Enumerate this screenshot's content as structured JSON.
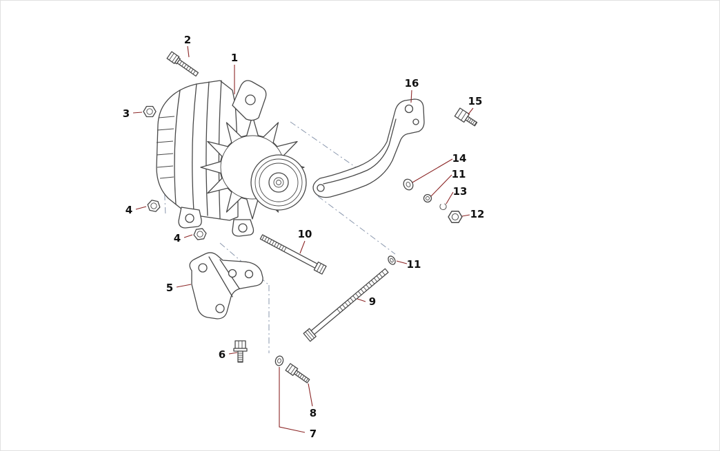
{
  "diagram": {
    "colors": {
      "background": "#ffffff",
      "line": "#474747",
      "leader": "#8b2525",
      "axis": "#8a97ad",
      "label": "#111111"
    },
    "callouts": [
      {
        "label": "2"
      },
      {
        "label": "1"
      },
      {
        "label": "16"
      },
      {
        "label": "15"
      },
      {
        "label": "3"
      },
      {
        "label": "14"
      },
      {
        "label": "11"
      },
      {
        "label": "13"
      },
      {
        "label": "4"
      },
      {
        "label": "12"
      },
      {
        "label": "4"
      },
      {
        "label": "10"
      },
      {
        "label": "11"
      },
      {
        "label": "5"
      },
      {
        "label": "9"
      },
      {
        "label": "6"
      },
      {
        "label": "8"
      },
      {
        "label": "7"
      }
    ]
  }
}
